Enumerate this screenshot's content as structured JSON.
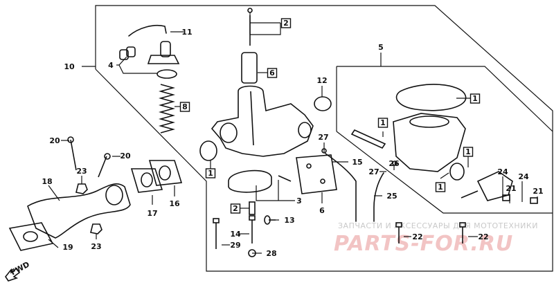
{
  "diagram": {
    "callouts": [
      {
        "id": "c2a",
        "text": "2",
        "boxed": true
      },
      {
        "id": "c11",
        "text": "11",
        "boxed": false
      },
      {
        "id": "c4",
        "text": "4",
        "boxed": false
      },
      {
        "id": "c6a",
        "text": "6",
        "boxed": true
      },
      {
        "id": "c10",
        "text": "10",
        "boxed": false
      },
      {
        "id": "c8",
        "text": "8",
        "boxed": true
      },
      {
        "id": "c5",
        "text": "5",
        "boxed": false
      },
      {
        "id": "c12",
        "text": "12",
        "boxed": false
      },
      {
        "id": "c1a",
        "text": "1",
        "boxed": true
      },
      {
        "id": "c1b",
        "text": "1",
        "boxed": true
      },
      {
        "id": "c1c",
        "text": "1",
        "boxed": true
      },
      {
        "id": "c1d",
        "text": "1",
        "boxed": true
      },
      {
        "id": "c1e",
        "text": "1",
        "boxed": true
      },
      {
        "id": "c20a",
        "text": "20",
        "boxed": false
      },
      {
        "id": "c20b",
        "text": "20",
        "boxed": false
      },
      {
        "id": "c27a",
        "text": "27",
        "boxed": false
      },
      {
        "id": "c15",
        "text": "15",
        "boxed": false
      },
      {
        "id": "c26",
        "text": "26",
        "boxed": false
      },
      {
        "id": "c27b",
        "text": "27",
        "boxed": false
      },
      {
        "id": "c23a",
        "text": "23",
        "boxed": false
      },
      {
        "id": "c18",
        "text": "18",
        "boxed": false
      },
      {
        "id": "c17",
        "text": "17",
        "boxed": false
      },
      {
        "id": "c16",
        "text": "16",
        "boxed": false
      },
      {
        "id": "c3",
        "text": "3",
        "boxed": false
      },
      {
        "id": "c6b",
        "text": "6",
        "boxed": false
      },
      {
        "id": "c25",
        "text": "25",
        "boxed": false
      },
      {
        "id": "c24a",
        "text": "24",
        "boxed": false
      },
      {
        "id": "c24b",
        "text": "24",
        "boxed": false
      },
      {
        "id": "c21a",
        "text": "21",
        "boxed": false
      },
      {
        "id": "c21b",
        "text": "21",
        "boxed": false
      },
      {
        "id": "c2b",
        "text": "2",
        "boxed": true
      },
      {
        "id": "c13",
        "text": "13",
        "boxed": false
      },
      {
        "id": "c14",
        "text": "14",
        "boxed": false
      },
      {
        "id": "c29",
        "text": "29",
        "boxed": false
      },
      {
        "id": "c28",
        "text": "28",
        "boxed": false
      },
      {
        "id": "c22a",
        "text": "22",
        "boxed": false
      },
      {
        "id": "c22b",
        "text": "22",
        "boxed": false
      },
      {
        "id": "c23b",
        "text": "23",
        "boxed": false
      },
      {
        "id": "c19",
        "text": "19",
        "boxed": false
      }
    ],
    "direction_marker": "FWD"
  },
  "watermark": {
    "line1": "ЗАПЧАСТИ И АКСЕССУАРЫ ДЛЯ МОТОТЕХНИКИ",
    "line2": "PARTS-FOR.RU"
  },
  "colors": {
    "ink": "#111111",
    "watermark_gray": "#c9c9c9",
    "watermark_red": "#f2c4c4"
  }
}
